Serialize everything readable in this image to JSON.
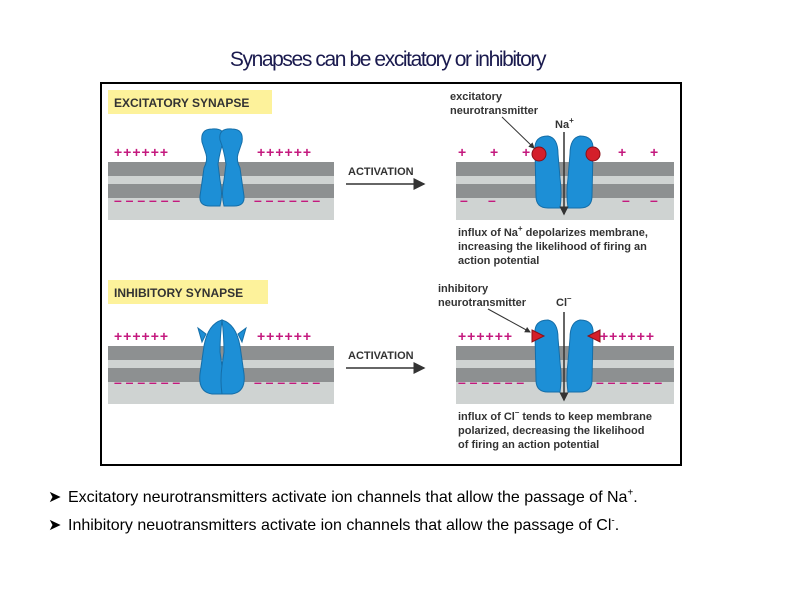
{
  "title": "Synapses can be excitatory or  inhibitory",
  "excitatory": {
    "header": "EXCITATORY SYNAPSE",
    "plus_left": "++++++",
    "plus_right": "++++++",
    "minus_left": "– – – – – –",
    "minus_right": "– – – – – –",
    "activation": "ACTIVATION",
    "nt_label_1": "excitatory",
    "nt_label_2": "neurotransmitter",
    "ion": "Na",
    "ion_charge": "+",
    "note_1a": "influx of Na",
    "note_1b": " depolarizes membrane,",
    "note_2": "increasing the likelihood of firing an",
    "note_3": "action potential"
  },
  "inhibitory": {
    "header": "INHIBITORY SYNAPSE",
    "plus_left": "++++++",
    "plus_right": "++++++",
    "minus_left": "– – – – – –",
    "minus_right": "– – – – – –",
    "activation": "ACTIVATION",
    "nt_label_1": "inhibitory",
    "nt_label_2": "neurotransmitter",
    "ion": "Cl",
    "ion_charge": "–",
    "note_1a": "influx of Cl",
    "note_1b": " tends to keep membrane",
    "note_2": "polarized, decreasing the likelihood",
    "note_3": "of firing an action potential",
    "after_plus_left": "++++++",
    "after_plus_right": "++++++",
    "after_minus_left": "– – – – – –",
    "after_minus_right": "– – – – – –"
  },
  "excitatory_after": {
    "plus": [
      "+",
      "+",
      "+",
      "+",
      "+"
    ],
    "minus": [
      "–",
      "–",
      "–",
      "–"
    ]
  },
  "bullets": [
    {
      "text": "Excitatory neurotransmitters activate ion channels that allow the passage of Na",
      "sup": "+",
      "end": "."
    },
    {
      "text": "Inhibitory neuotransmitters activate ion channels that allow the passage of Cl",
      "sup": "-",
      "end": "."
    }
  ],
  "colors": {
    "highlight": "#fdf29b",
    "membrane": "#8d9091",
    "membrane_light": "#cfd3d2",
    "channel": "#1d8fd6",
    "plus_minus": "#c4197e",
    "ion_red": "#d41f2a"
  }
}
